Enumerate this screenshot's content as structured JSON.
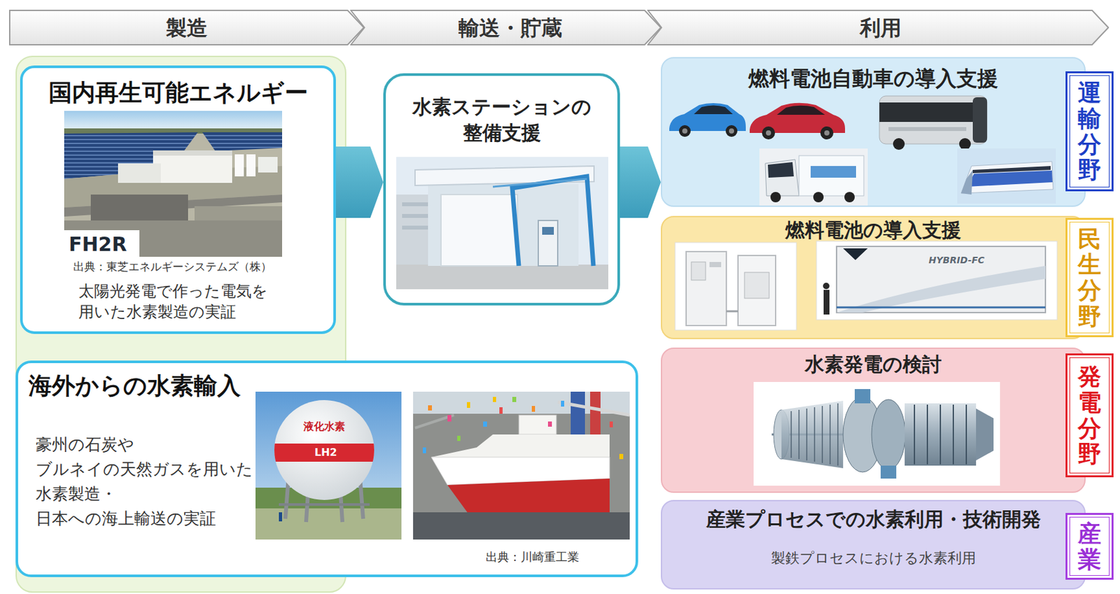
{
  "diagram": {
    "nodes": [
      {
        "text": [
          "製造"
        ]
      },
      {
        "text": [
          "輸送・貯蔵"
        ]
      },
      {
        "text": [
          "利用"
        ]
      },
      {
        "text": [
          "国内再生可能エネルギー",
          "出典：東芝エネルギーシステムズ（株）",
          "太陽光発電で作った電気を 用いた水素製造の実証"
        ]
      },
      {
        "text": [
          "水素ステーションの 整備支援"
        ]
      },
      {
        "text": [
          "海外からの水素輸入",
          "豪州の石炭や ブルネイの天然ガスを用いた 水素製造・ 日本への海上輸送の実証",
          "出典：川崎重工業"
        ]
      },
      {
        "text": [
          "燃料電池自動車の導入支援"
        ]
      },
      {
        "text": [
          "運輸分野"
        ]
      },
      {
        "text": [
          "燃料電池の導入支援"
        ]
      },
      {
        "text": [
          "民生分野"
        ]
      },
      {
        "text": [
          "水素発電の検討"
        ]
      },
      {
        "text": [
          "発電分野"
        ]
      },
      {
        "text": [
          "産業プロセスでの水素利用・技術開発",
          "製鉄プロセスにおける水素利用"
        ]
      },
      {
        "text": [
          "産業"
        ]
      }
    ],
    "edges": [
      {
        "from": 3,
        "to": 4,
        "arrow": "to"
      },
      {
        "from": 4,
        "to": 6,
        "arrow": "to"
      }
    ],
    "labels": [
      "FH2R",
      "液化水素",
      "LH2",
      "HYBRID-FC"
    ]
  }
}
